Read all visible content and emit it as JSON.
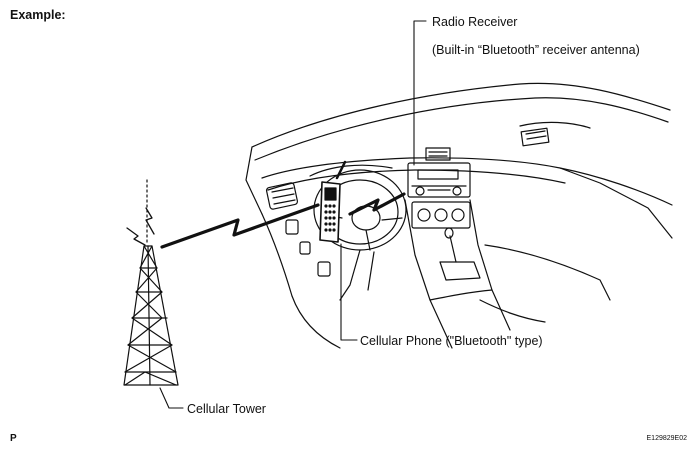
{
  "heading": "Example:",
  "labels": {
    "radio_receiver": "Radio Receiver",
    "radio_receiver_note": "(Built-in “Bluetooth” receiver antenna)",
    "cellular_phone": "Cellular Phone (\"Bluetooth\" type)",
    "cellular_tower": "Cellular Tower"
  },
  "footer": {
    "page_code": "P",
    "figure_id": "E129829E02"
  }
}
